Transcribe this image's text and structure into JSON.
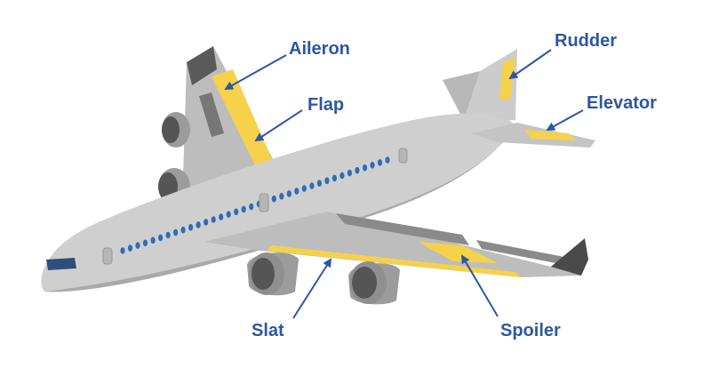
{
  "labels": {
    "aileron": "Aileron",
    "flap": "Flap",
    "rudder": "Rudder",
    "elevator": "Elevator",
    "slat": "Slat",
    "spoiler": "Spoiler"
  },
  "colors": {
    "label": "#2e56a3",
    "arrow": "#2e56a3",
    "control_surface": "#f6d24a",
    "fuselage": "#cfcfcf",
    "fuselage_shade": "#a9a9a9",
    "wing": "#bdbdbd",
    "wing_dark": "#8a8a8a",
    "engine": "#9c9c9c",
    "engine_dark": "#555555",
    "window": "#2e6db4"
  }
}
